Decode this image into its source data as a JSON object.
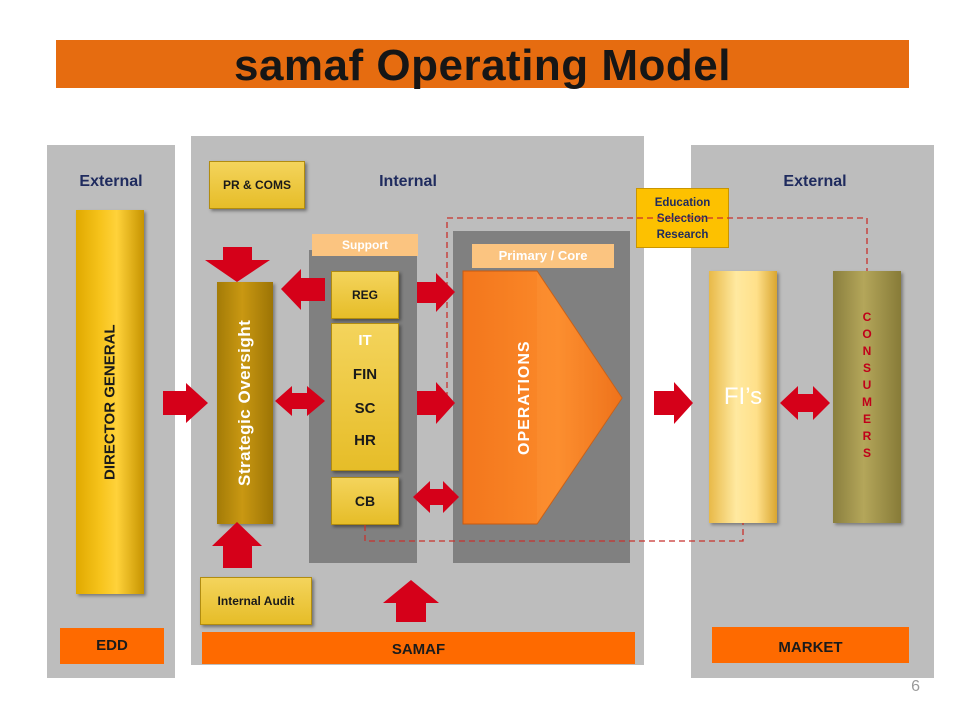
{
  "title": "samaf Operating Model",
  "left_panel": {
    "header": "External",
    "director": "DIRECTOR GENERAL",
    "footer": "EDD"
  },
  "center_panel": {
    "header": "Internal",
    "pr_coms": "PR & COMS",
    "strategic": "Strategic Oversight",
    "support_label": "Support",
    "reg": "REG",
    "stack": [
      "IT",
      "FIN",
      "SC",
      "HR"
    ],
    "cb": "CB",
    "primary_label": "Primary / Core",
    "operations": "OPERATIONS",
    "internal_audit": "Internal Audit",
    "footer": "SAMAF"
  },
  "education_box": [
    "Education",
    "Selection",
    "Research"
  ],
  "right_panel": {
    "header": "External",
    "fis": "FI’s",
    "consumers": "CONSUMERS",
    "footer": "MARKET"
  },
  "page_number": "6",
  "colors": {
    "title_bar": "#e66c10",
    "panel": "#bdbdbd",
    "arrow": "#d50019",
    "footer_bar": "#fe6a00",
    "header_text": "#1f2b5e"
  }
}
